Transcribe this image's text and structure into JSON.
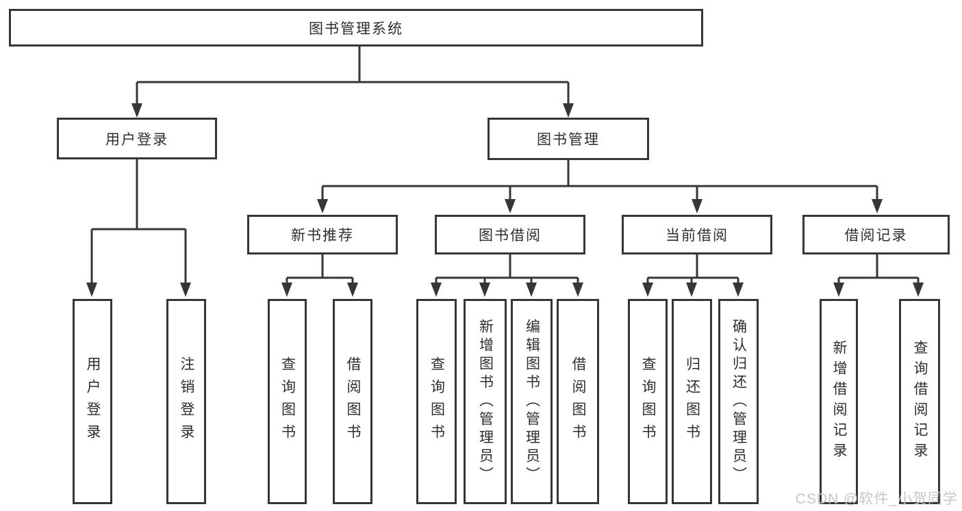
{
  "diagram": {
    "root": {
      "label": "图书管理系统"
    },
    "branches": [
      {
        "label": "用户登录",
        "children": [
          {
            "label": "用户登录"
          },
          {
            "label": "注销登录"
          }
        ]
      },
      {
        "label": "图书管理",
        "children": [
          {
            "label": "新书推荐",
            "children": [
              {
                "label": "查询图书"
              },
              {
                "label": "借阅图书"
              }
            ]
          },
          {
            "label": "图书借阅",
            "children": [
              {
                "label": "查询图书"
              },
              {
                "label": "新增图书（管理员）"
              },
              {
                "label": "编辑图书（管理员）"
              },
              {
                "label": "借阅图书"
              }
            ]
          },
          {
            "label": "当前借阅",
            "children": [
              {
                "label": "查询图书"
              },
              {
                "label": "归还图书"
              },
              {
                "label": "确认归还（管理员）"
              }
            ]
          },
          {
            "label": "借阅记录",
            "children": [
              {
                "label": "新增借阅记录"
              },
              {
                "label": "查询借阅记录"
              }
            ]
          }
        ]
      }
    ]
  },
  "watermark": {
    "text": "CSDN @软件_小贺同学"
  },
  "colors": {
    "line": "#363636",
    "box_border": "#363636",
    "text": "#2e2e2e",
    "background": "#ffffff",
    "watermark": "#c7c7c9"
  }
}
